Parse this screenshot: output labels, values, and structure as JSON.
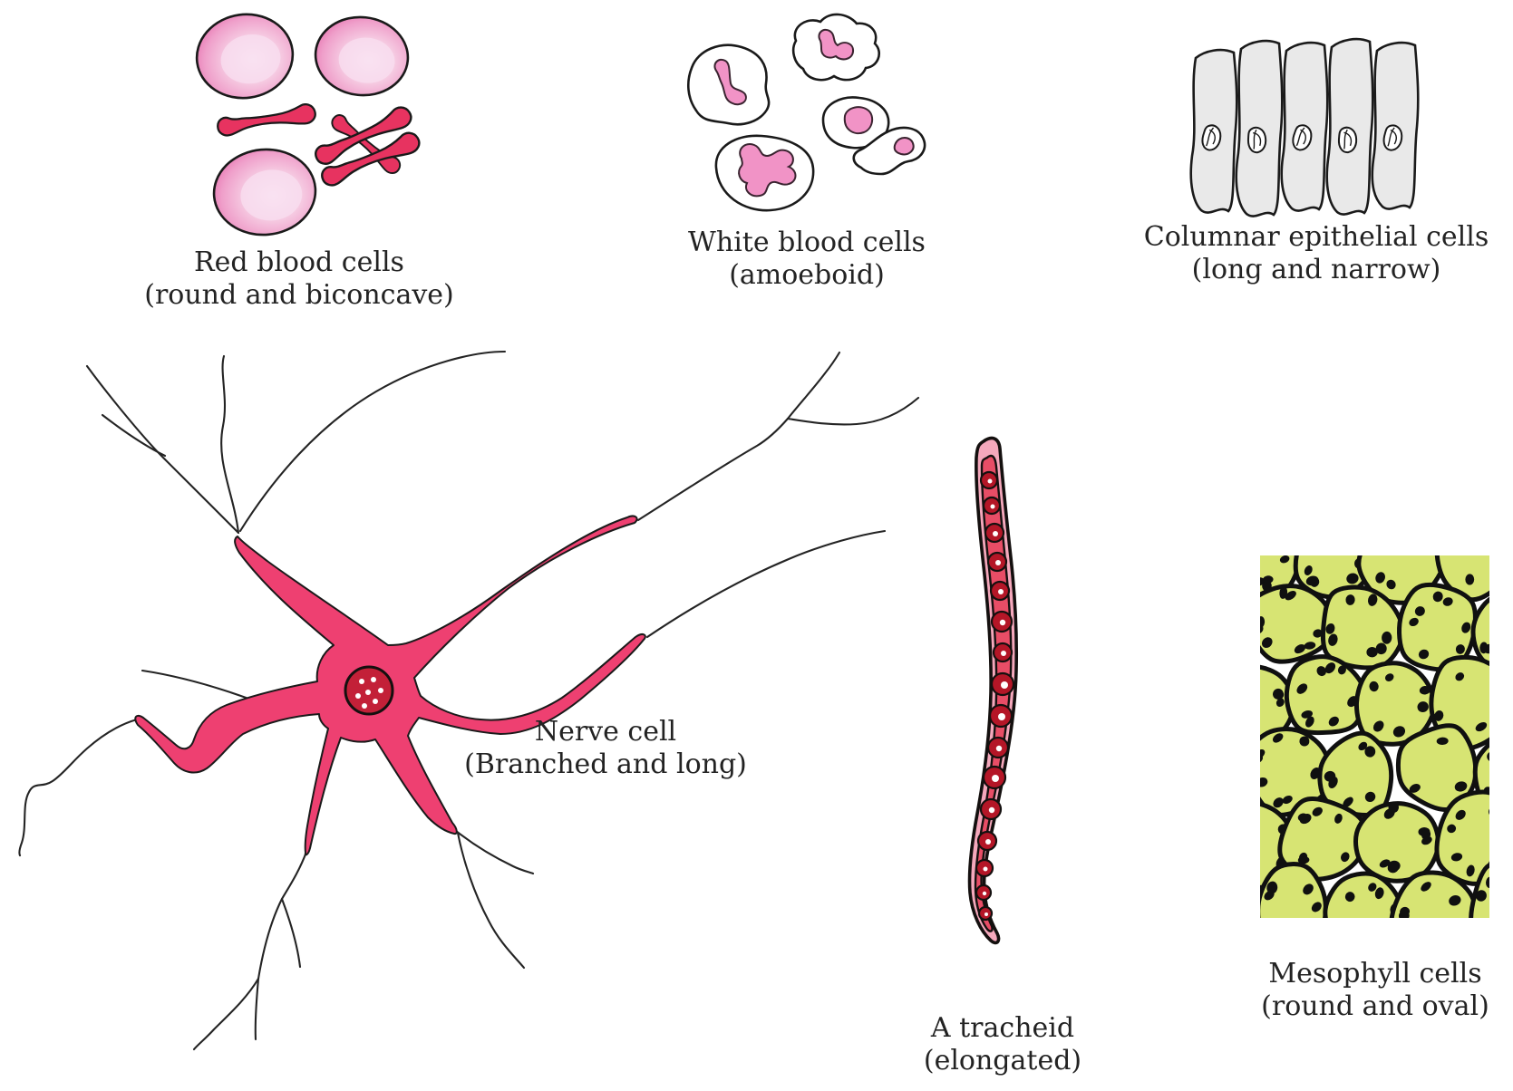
{
  "figure": {
    "description": "Diagram of various cell shapes",
    "cells": [
      {
        "id": "rbc",
        "label": "Red blood cells",
        "sublabel": "(round and biconcave)"
      },
      {
        "id": "wbc",
        "label": "White blood cells",
        "sublabel": "(amoeboid)"
      },
      {
        "id": "columnar",
        "label": "Columnar epithelial cells",
        "sublabel": "(long and narrow)"
      },
      {
        "id": "nerve",
        "label": "Nerve cell",
        "sublabel": "(Branched and long)"
      },
      {
        "id": "tracheid",
        "label": "A tracheid",
        "sublabel": "(elongated)"
      },
      {
        "id": "mesophyll",
        "label": "Mesophyll cells",
        "sublabel": "(round and oval)"
      }
    ],
    "colors": {
      "rbc_rim": "#e35fa4",
      "rbc_center": "#f9e4f0",
      "rbc_side_view": "#e73360",
      "wbc_cytoplasm": "#ffffff",
      "wbc_nucleus": "#f193c6",
      "columnar_fill": "#e9e9e9",
      "nerve_pink": "#ee4071",
      "nerve_nucleus": "#c32038",
      "tracheid_outer": "#f5a8bc",
      "tracheid_core": "#e84d66",
      "tracheid_pit": "#b41627",
      "mesophyll_green": "#d7e473",
      "outline": "#1a1a1a",
      "text": "#232323"
    }
  }
}
